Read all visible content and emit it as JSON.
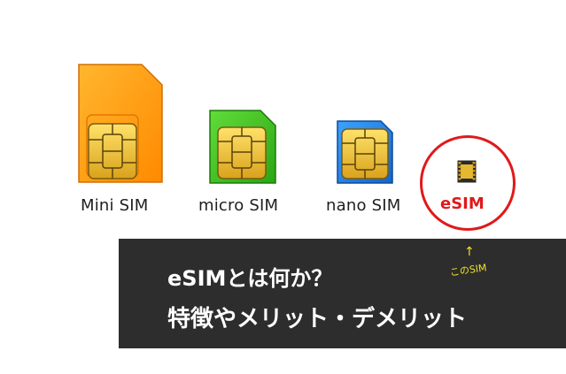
{
  "sims": [
    {
      "label": "Mini SIM",
      "color": "#ff9a10"
    },
    {
      "label": "micro SIM",
      "color": "#3cc022"
    },
    {
      "label": "nano SIM",
      "color": "#1e7fe0"
    }
  ],
  "esim": {
    "label": "eSIM",
    "ring_color": "#e0191b"
  },
  "banner": {
    "line1": "eSIMとは何か？",
    "line2": "特徴やメリット・デメリット",
    "background": "#2d2d2d"
  },
  "annotation": {
    "arrow": "↑",
    "text": "このSIM",
    "color": "#f2e22a"
  }
}
